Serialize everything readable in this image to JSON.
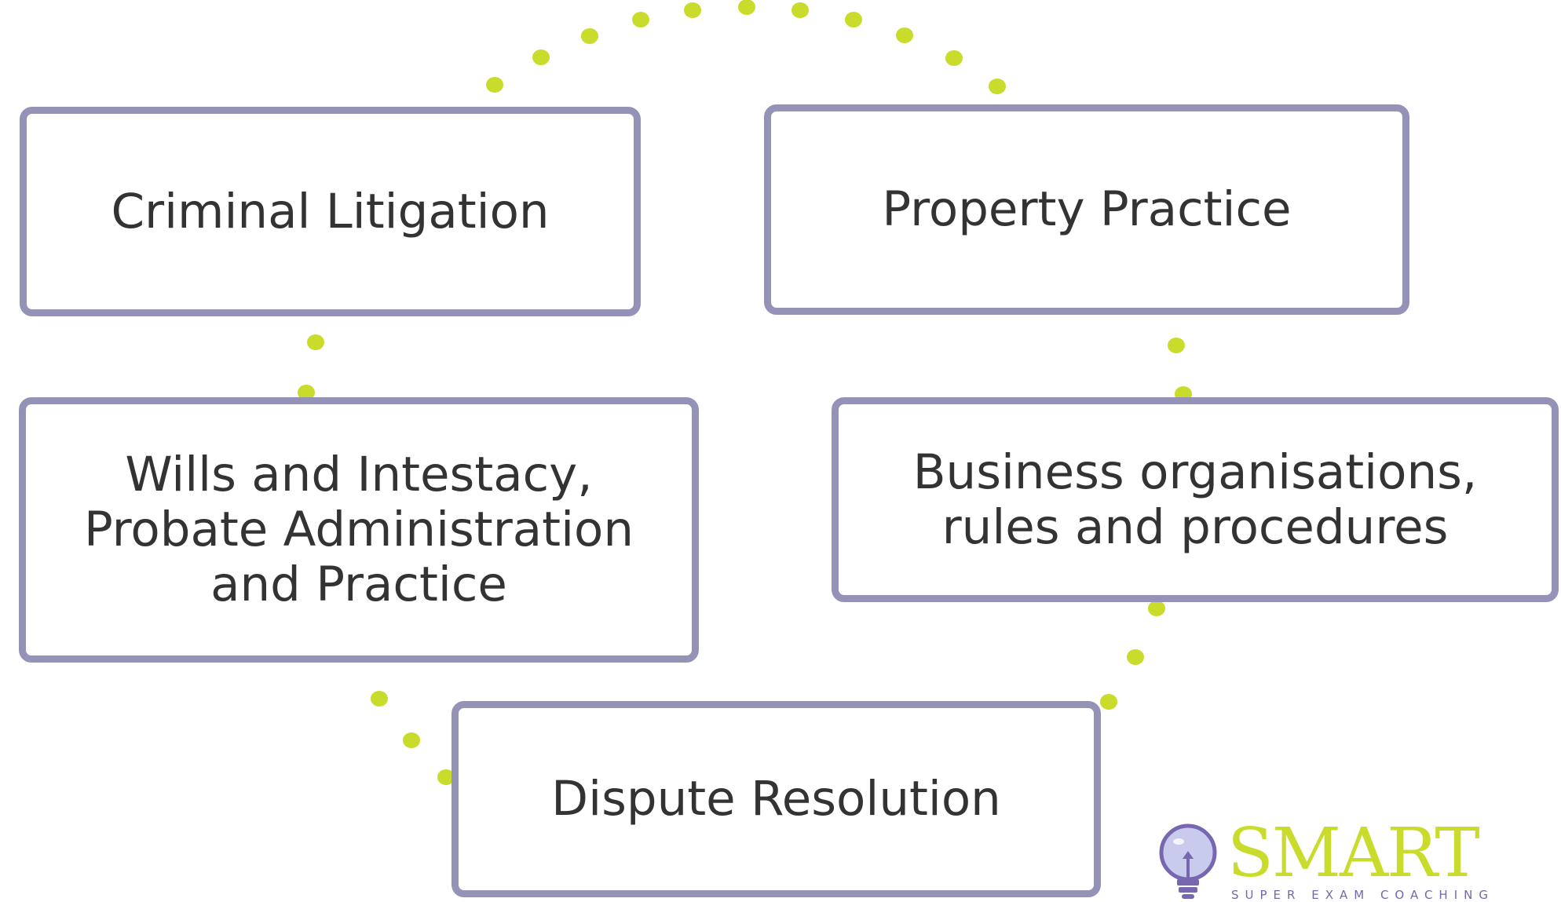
{
  "diagram": {
    "topics": [
      {
        "label": "Criminal Litigation"
      },
      {
        "label": "Property Practice"
      },
      {
        "label": "Wills and Intestacy,\nProbate Administration\nand Practice"
      },
      {
        "label": "Business organisations,\nrules and procedures"
      },
      {
        "label": "Dispute Resolution"
      }
    ],
    "colors": {
      "box_border": "#9592b8",
      "connector_dots": "#c9dc2b",
      "text": "#333333"
    }
  },
  "logo": {
    "wordmark": "SMART",
    "tagline": "SUPER EXAM COACHING",
    "icon": "lightbulb-icon",
    "colors": {
      "wordmark": "#c9dc2b",
      "tagline": "#7766b0",
      "bulb": "#7766b0"
    }
  }
}
